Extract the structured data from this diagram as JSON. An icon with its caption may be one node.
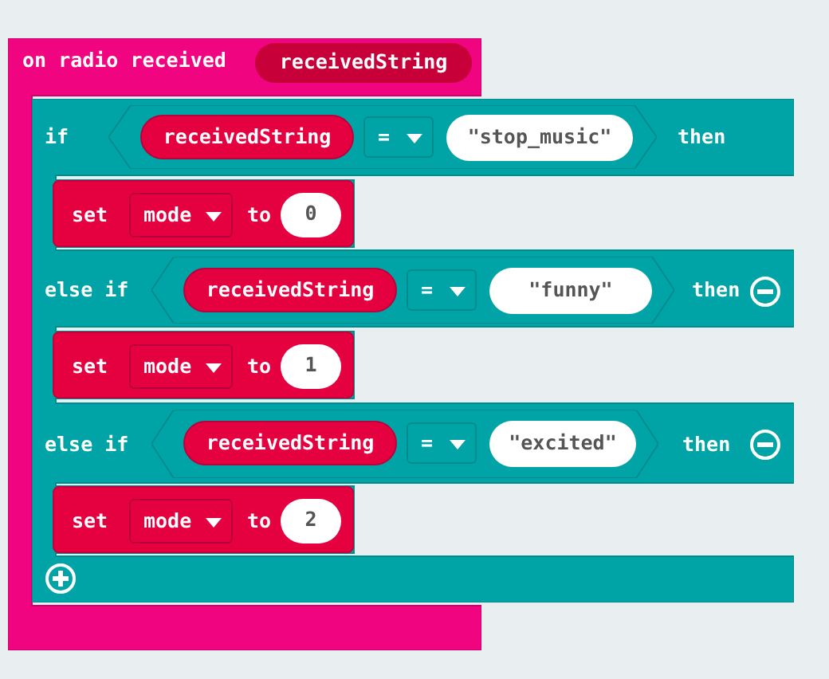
{
  "diagram": {
    "nodes": [
      {
        "text": [
          "on radio received"
        ]
      },
      {
        "text": [
          "receivedString"
        ],
        "in": 0
      },
      {
        "text": [
          "if",
          "then",
          "else if",
          "then",
          "else if",
          "then"
        ]
      },
      {
        "text": [],
        "shape": "hexagon",
        "in": 2
      },
      {
        "text": [
          "receivedString"
        ],
        "in": 3
      },
      {
        "text": [
          "="
        ],
        "in": 3
      },
      {
        "text": [
          "\"stop_music\""
        ],
        "in": 3
      },
      {
        "text": [
          "set",
          "to"
        ],
        "in": 2
      },
      {
        "text": [
          "mode"
        ],
        "in": 7
      },
      {
        "text": [
          "0"
        ],
        "in": 7
      },
      {
        "text": [],
        "shape": "hexagon",
        "in": 2
      },
      {
        "text": [
          "receivedString"
        ],
        "in": 10
      },
      {
        "text": [
          "="
        ],
        "in": 10
      },
      {
        "text": [
          "\"funny\""
        ],
        "in": 10
      },
      {
        "text": [
          "set",
          "to"
        ],
        "in": 2
      },
      {
        "text": [
          "mode"
        ],
        "in": 14
      },
      {
        "text": [
          "1"
        ],
        "in": 14
      },
      {
        "text": [],
        "shape": "hexagon",
        "in": 2
      },
      {
        "text": [
          "receivedString"
        ],
        "in": 17
      },
      {
        "text": [
          "="
        ],
        "in": 17
      },
      {
        "text": [
          "\"excited\""
        ],
        "in": 17
      },
      {
        "text": [
          "set",
          "to"
        ],
        "in": 2
      },
      {
        "text": [
          "mode"
        ],
        "in": 21
      },
      {
        "text": [
          "2"
        ],
        "in": 21
      }
    ],
    "edges": []
  }
}
